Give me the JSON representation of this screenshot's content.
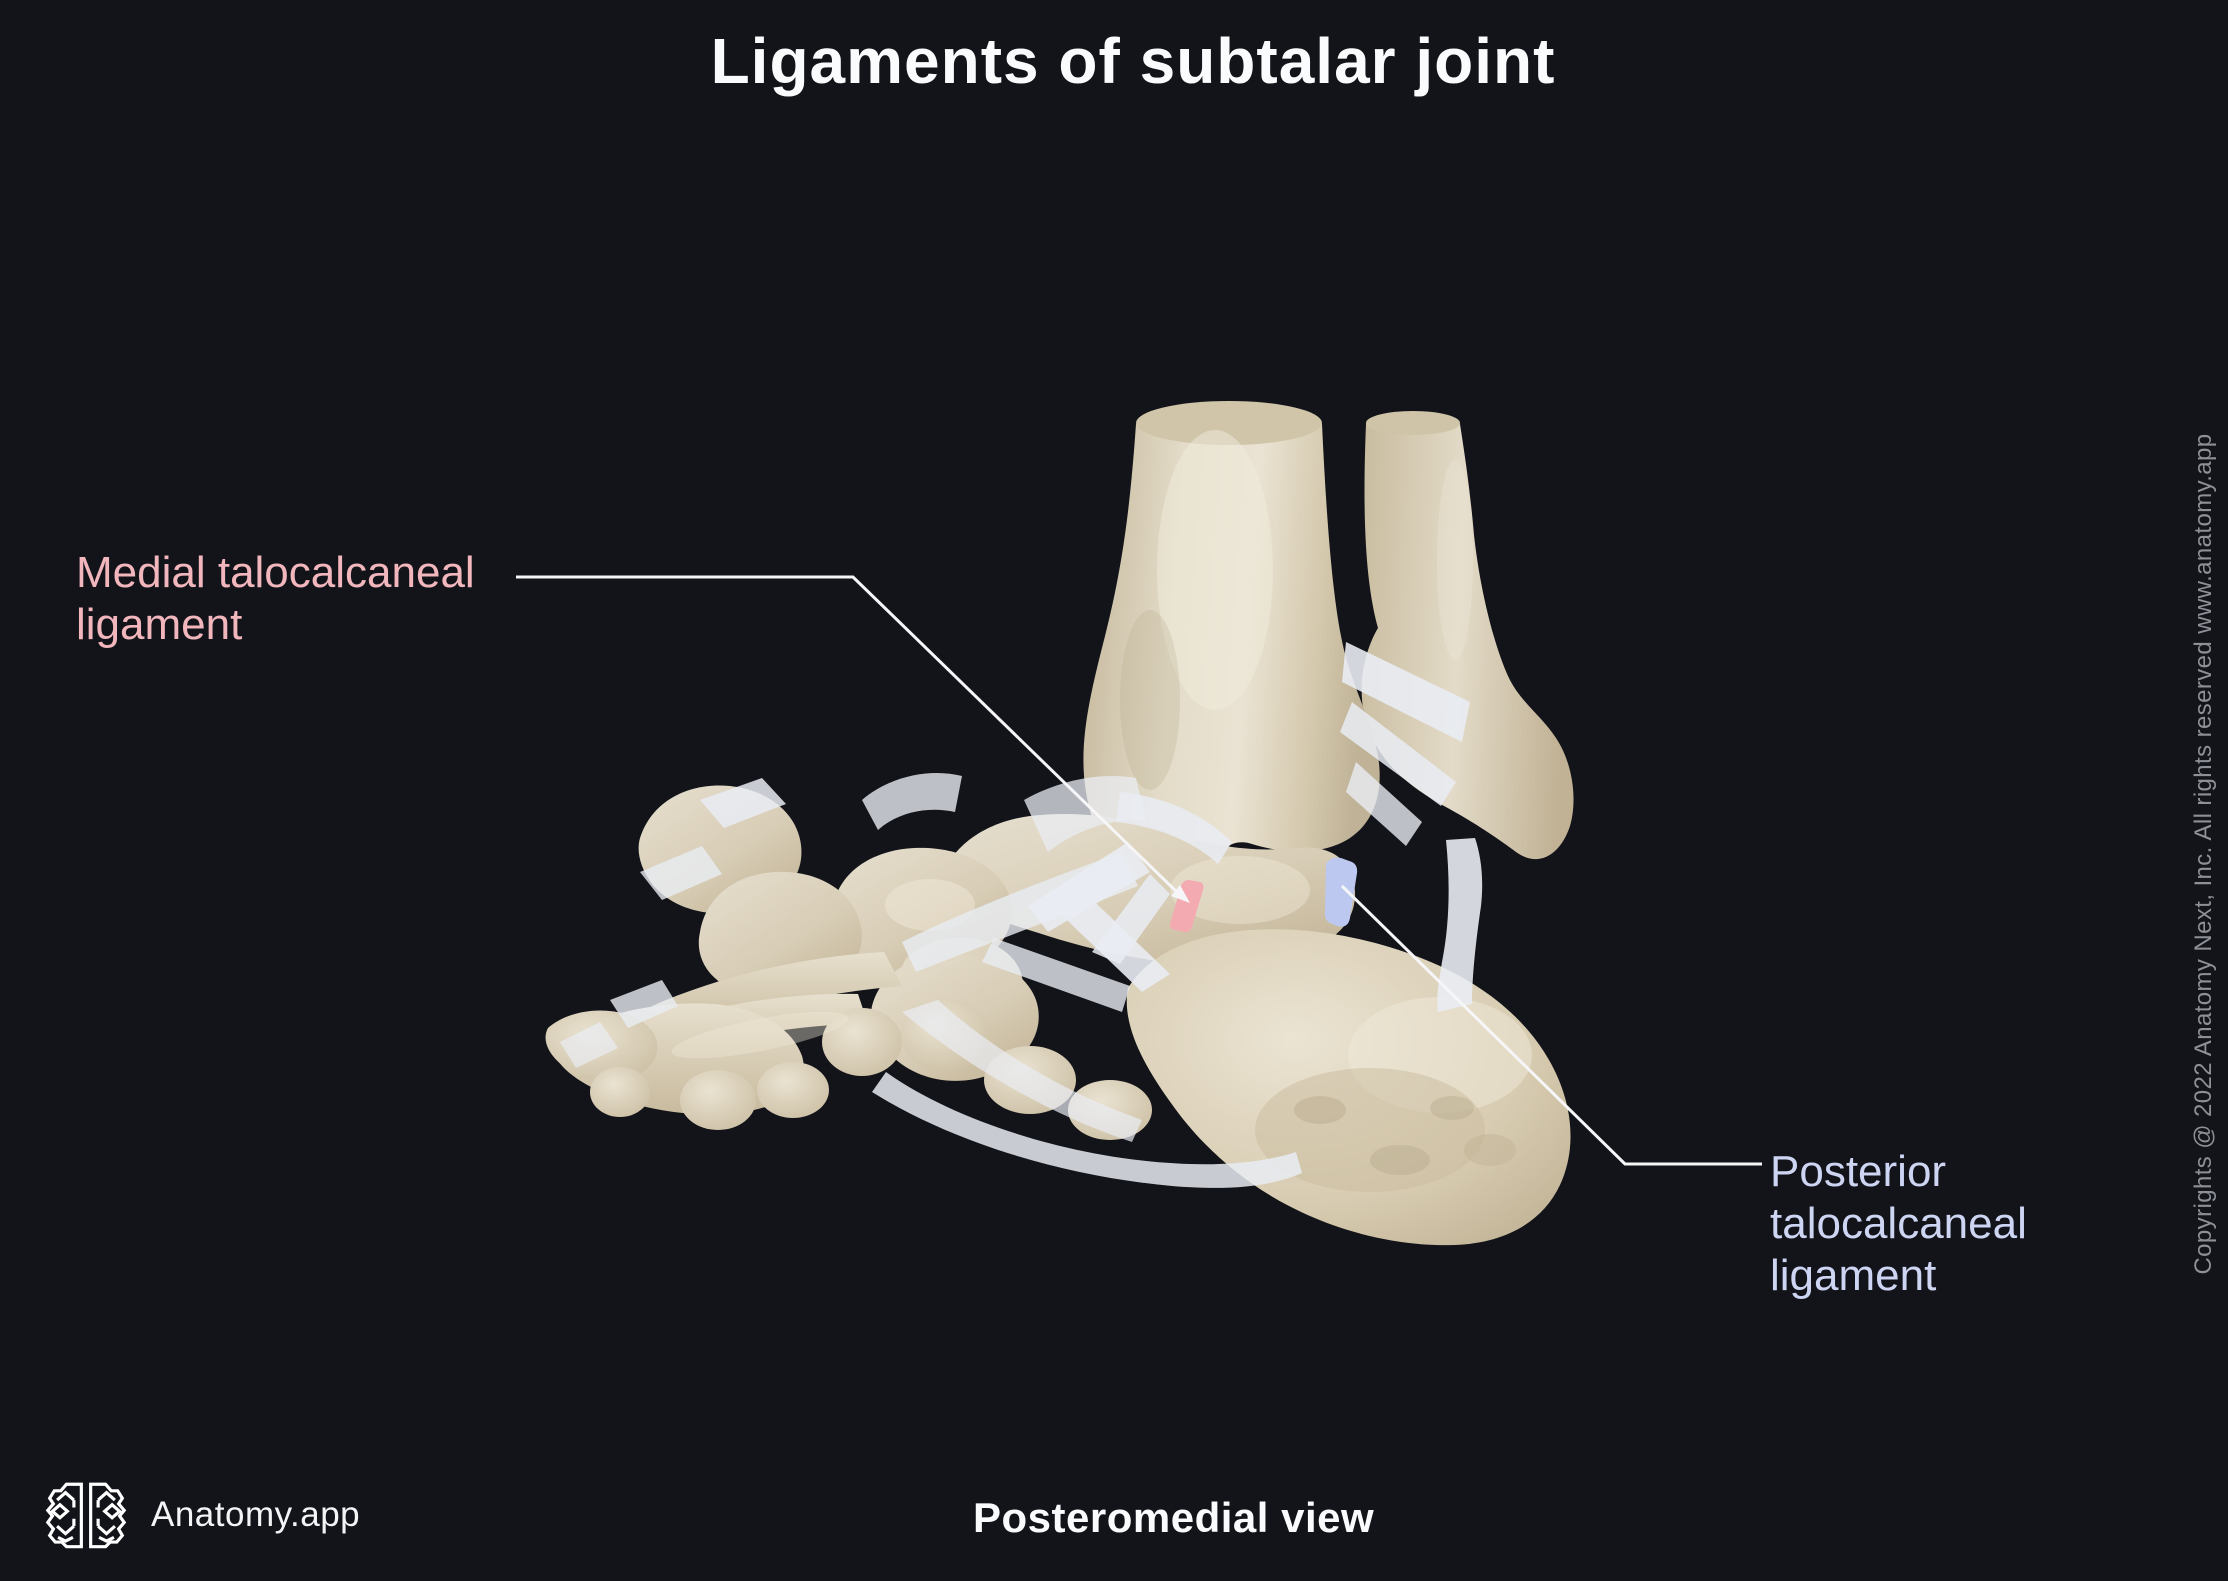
{
  "title": "Ligaments of subtalar joint",
  "view_label": "Posteromedial view",
  "brand": {
    "name": "Anatomy.app"
  },
  "copyright": "Copyrights @ 2022 Anatomy Next, Inc. All rights reserved www.anatomy.app",
  "labels": {
    "medial": {
      "lines": [
        "Medial talocalcaneal",
        "ligament"
      ],
      "color": "#f2b6bd",
      "highlight_fill": "#f3abb1"
    },
    "posterior": {
      "lines": [
        "Posterior",
        "talocalcaneal",
        "ligament"
      ],
      "color": "#cdd5f3",
      "highlight_fill": "#bcc8f0"
    }
  },
  "colors": {
    "background": "#13141a",
    "text_primary": "#fafbfd",
    "copyright_text": "#8d9097",
    "leader_line": "#f6f6f8",
    "bone_base": "#d9cfb8",
    "bone_highlight": "#efe9da",
    "bone_shadow": "#b9ab8d",
    "ligament_white": "#e9ecf3"
  }
}
